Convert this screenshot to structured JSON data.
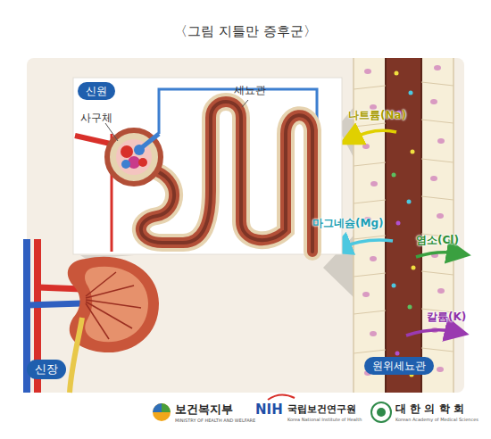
{
  "diagram": {
    "title": "〈그림 지틀만 증후군〉",
    "nodes": [
      {
        "text": [
          "신원"
        ]
      },
      {
        "text": [
          "신장"
        ]
      },
      {
        "text": [
          "원위세뇨관"
        ]
      }
    ],
    "labels": [
      "세뇨관",
      "사구체",
      "나트륨(Na)",
      "마그네슘(Mg)",
      "염소(Cl)",
      "칼륨(K)",
      "보건복지부",
      "MINISTRY OF HEALTH AND WELFARE",
      "NIH",
      "국립보건연구원",
      "Korea National Institute of Health",
      "대 한 의 학 회",
      "Korean Academy of Medical Sciences"
    ]
  }
}
